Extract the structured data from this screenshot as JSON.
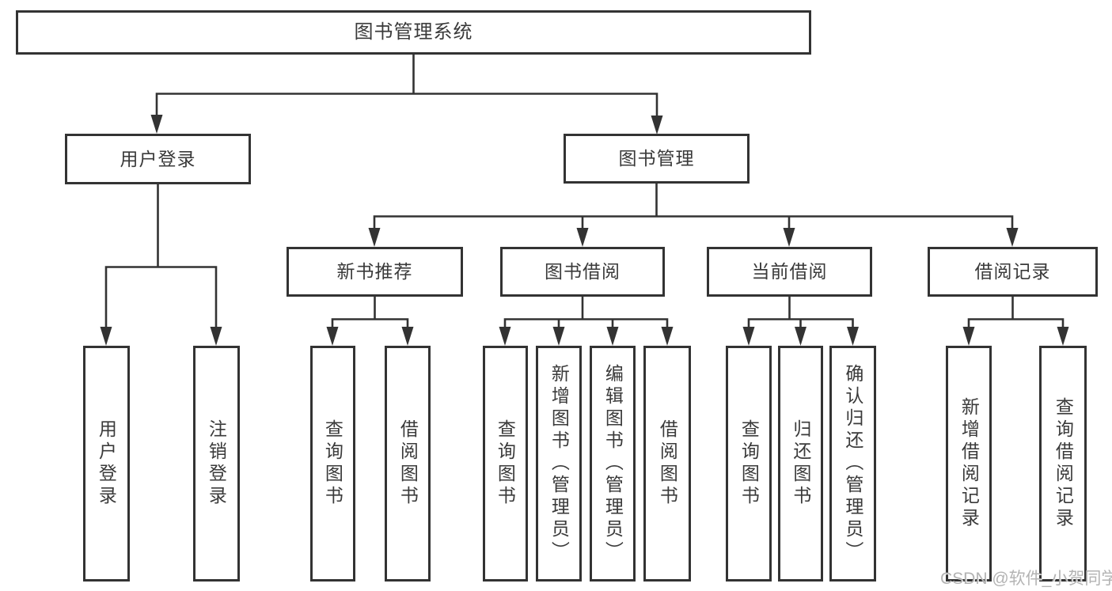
{
  "diagram_title": "图书管理系统",
  "colors": {
    "line": "#333333",
    "box_border": "#333333",
    "text": "#3a3a3a",
    "background": "#ffffff",
    "watermark": "#afafaf"
  },
  "tree": {
    "root": {
      "label": "图书管理系统",
      "children": [
        {
          "label": "用户登录",
          "children": [
            {
              "label": "用户登录"
            },
            {
              "label": "注销登录"
            }
          ]
        },
        {
          "label": "图书管理",
          "children": [
            {
              "label": "新书推荐",
              "children": [
                {
                  "label": "查询图书"
                },
                {
                  "label": "借阅图书"
                }
              ]
            },
            {
              "label": "图书借阅",
              "children": [
                {
                  "label": "查询图书"
                },
                {
                  "label": "新增图书（管理员）"
                },
                {
                  "label": "编辑图书（管理员）"
                },
                {
                  "label": "借阅图书"
                }
              ]
            },
            {
              "label": "当前借阅",
              "children": [
                {
                  "label": "查询图书"
                },
                {
                  "label": "归还图书"
                },
                {
                  "label": "确认归还（管理员）"
                }
              ]
            },
            {
              "label": "借阅记录",
              "children": [
                {
                  "label": "新增借阅记录"
                },
                {
                  "label": "查询借阅记录"
                }
              ]
            }
          ]
        }
      ]
    }
  },
  "watermark": {
    "text": "CSDN @软件_小贺同学"
  }
}
